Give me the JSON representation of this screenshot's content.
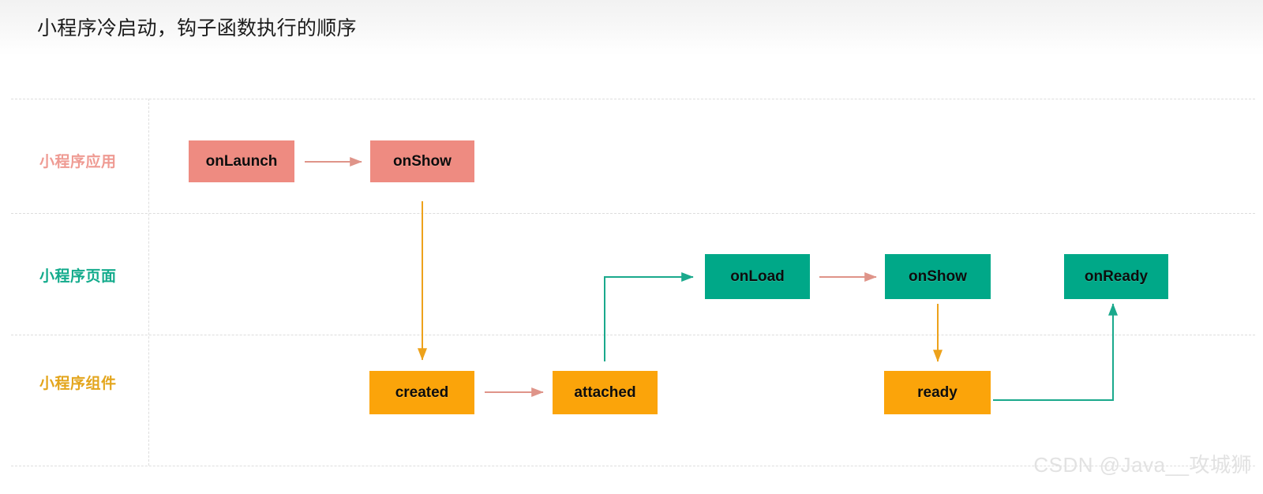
{
  "page": {
    "title": "小程序冷启动，钩子函数执行的顺序",
    "watermark": "CSDN @Java__攻城狮",
    "background": "#ffffff"
  },
  "palette": {
    "app": "#ee8b81",
    "page": "#00a888",
    "component": "#fba40a",
    "app_label": "#ef9b93",
    "page_label": "#13ab8c",
    "component_label": "#e3a51c",
    "grid_line": "#dddddd",
    "arrow_salmon": "#df9489",
    "arrow_orange": "#eda21b",
    "arrow_teal": "#1aa98c",
    "title_text": "#1b1b1b",
    "node_text": "#0d0d0d",
    "watermark_text": "#e2e2e2"
  },
  "rows": [
    {
      "key": "app",
      "label": "小程序应用"
    },
    {
      "key": "page",
      "label": "小程序页面"
    },
    {
      "key": "comp",
      "label": "小程序组件"
    }
  ],
  "chart_data": {
    "type": "diagram",
    "title": "小程序冷启动，钩子函数执行的顺序",
    "lanes": [
      "小程序应用",
      "小程序页面",
      "小程序组件"
    ],
    "nodes": [
      {
        "id": "app-onlaunch",
        "label": "onLaunch",
        "lane": "小程序应用",
        "order": 1
      },
      {
        "id": "app-onshow",
        "label": "onShow",
        "lane": "小程序应用",
        "order": 2
      },
      {
        "id": "comp-created",
        "label": "created",
        "lane": "小程序组件",
        "order": 3
      },
      {
        "id": "comp-attached",
        "label": "attached",
        "lane": "小程序组件",
        "order": 4
      },
      {
        "id": "page-onload",
        "label": "onLoad",
        "lane": "小程序页面",
        "order": 5
      },
      {
        "id": "page-onshow",
        "label": "onShow",
        "lane": "小程序页面",
        "order": 6
      },
      {
        "id": "comp-ready",
        "label": "ready",
        "lane": "小程序组件",
        "order": 7
      },
      {
        "id": "page-onready",
        "label": "onReady",
        "lane": "小程序页面",
        "order": 8
      }
    ],
    "edges": [
      {
        "from": "app-onlaunch",
        "to": "app-onshow",
        "color": "#df9489"
      },
      {
        "from": "app-onshow",
        "to": "comp-created",
        "color": "#eda21b"
      },
      {
        "from": "comp-created",
        "to": "comp-attached",
        "color": "#df9489"
      },
      {
        "from": "comp-attached",
        "to": "page-onload",
        "color": "#1aa98c"
      },
      {
        "from": "page-onload",
        "to": "page-onshow",
        "color": "#df9489"
      },
      {
        "from": "page-onshow",
        "to": "comp-ready",
        "color": "#eda21b"
      },
      {
        "from": "comp-ready",
        "to": "page-onready",
        "color": "#1aa98c"
      }
    ]
  },
  "nodes": {
    "app_onlaunch": "onLaunch",
    "app_onshow": "onShow",
    "page_onload": "onLoad",
    "page_onshow": "onShow",
    "page_onready": "onReady",
    "comp_created": "created",
    "comp_attached": "attached",
    "comp_ready": "ready"
  }
}
